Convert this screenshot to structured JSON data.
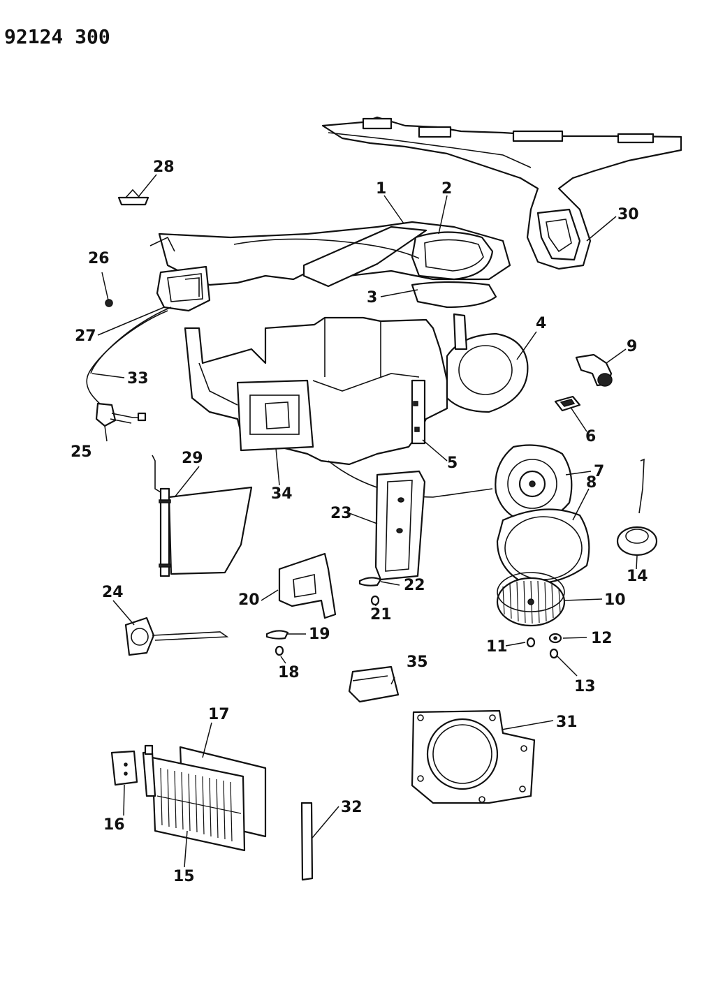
{
  "drawing_number": "92124 300",
  "parts": [
    {
      "id": "part-1",
      "ref": "1"
    },
    {
      "id": "part-2",
      "ref": "2"
    },
    {
      "id": "part-3",
      "ref": "3"
    },
    {
      "id": "part-4",
      "ref": "4"
    },
    {
      "id": "part-5",
      "ref": "5"
    },
    {
      "id": "part-6",
      "ref": "6"
    },
    {
      "id": "part-7",
      "ref": "7"
    },
    {
      "id": "part-8",
      "ref": "8"
    },
    {
      "id": "part-9",
      "ref": "9"
    },
    {
      "id": "part-10",
      "ref": "10"
    },
    {
      "id": "part-11",
      "ref": "11"
    },
    {
      "id": "part-12",
      "ref": "12"
    },
    {
      "id": "part-13",
      "ref": "13"
    },
    {
      "id": "part-14",
      "ref": "14"
    },
    {
      "id": "part-15",
      "ref": "15"
    },
    {
      "id": "part-16",
      "ref": "16"
    },
    {
      "id": "part-17",
      "ref": "17"
    },
    {
      "id": "part-18",
      "ref": "18"
    },
    {
      "id": "part-19",
      "ref": "19"
    },
    {
      "id": "part-20",
      "ref": "20"
    },
    {
      "id": "part-21",
      "ref": "21"
    },
    {
      "id": "part-22",
      "ref": "22"
    },
    {
      "id": "part-23",
      "ref": "23"
    },
    {
      "id": "part-24",
      "ref": "24"
    },
    {
      "id": "part-25",
      "ref": "25"
    },
    {
      "id": "part-26",
      "ref": "26"
    },
    {
      "id": "part-27",
      "ref": "27"
    },
    {
      "id": "part-28",
      "ref": "28"
    },
    {
      "id": "part-29",
      "ref": "29"
    },
    {
      "id": "part-30",
      "ref": "30"
    },
    {
      "id": "part-31",
      "ref": "31"
    },
    {
      "id": "part-32",
      "ref": "32"
    },
    {
      "id": "part-33",
      "ref": "33"
    },
    {
      "id": "part-34",
      "ref": "34"
    },
    {
      "id": "part-35",
      "ref": "35"
    }
  ]
}
